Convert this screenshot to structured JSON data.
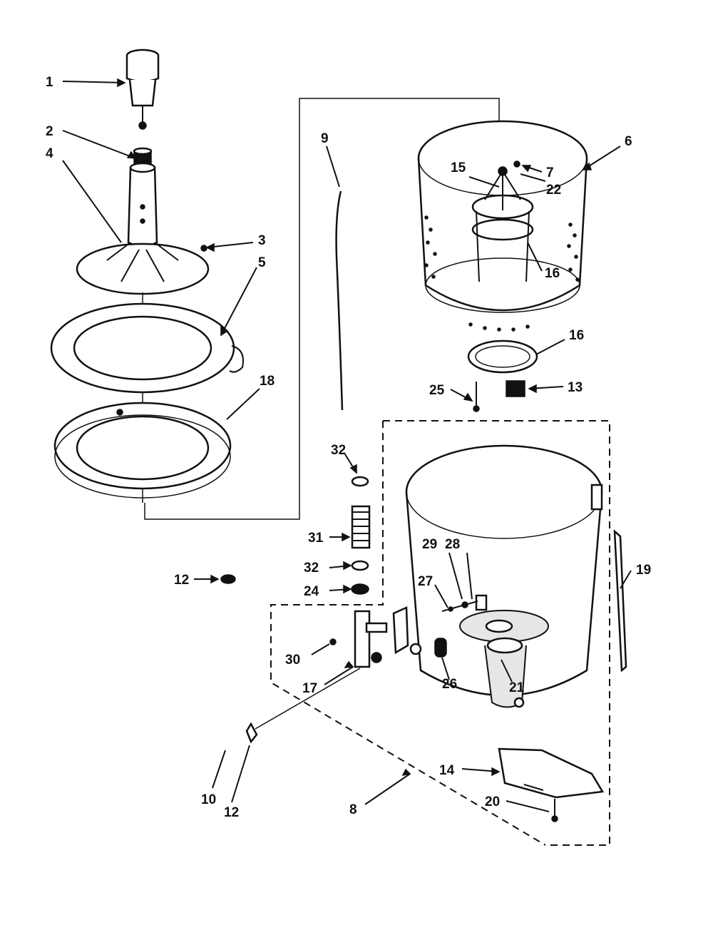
{
  "labels": {
    "p1": "1",
    "p2": "2",
    "p3": "3",
    "p4": "4",
    "p5": "5",
    "p6": "6",
    "p7": "7",
    "p8": "8",
    "p9": "9",
    "p10": "10",
    "p12a": "12",
    "p12b": "12",
    "p13": "13",
    "p14": "14",
    "p15": "15",
    "p16a": "16",
    "p16b": "16",
    "p17": "17",
    "p18": "18",
    "p19": "19",
    "p20": "20",
    "p21": "21",
    "p22": "22",
    "p24": "24",
    "p25": "25",
    "p26": "26",
    "p27": "27",
    "p28": "28",
    "p29": "29",
    "p30": "30",
    "p31": "31",
    "p32a": "32",
    "p32b": "32"
  }
}
